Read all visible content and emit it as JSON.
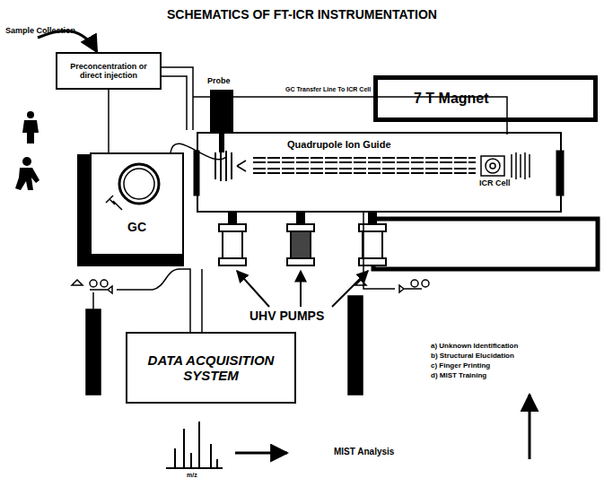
{
  "diagram": {
    "title": "SCHEMATICS OF FT-ICR INSTRUMENTATION",
    "nodes": [
      {
        "text": [
          "Preconcentration or direct injection"
        ]
      },
      {
        "text": [
          "7 T Magnet"
        ]
      },
      {
        "text": [
          "GC"
        ]
      },
      {
        "text": [
          "DATA ACQUISITION SYSTEM"
        ]
      }
    ],
    "edges": [
      {
        "from": 0,
        "to": 2,
        "arrow": "none"
      }
    ],
    "labels": [
      "Sample Collection",
      "Probe",
      "GC Transfer Line To ICR Cell",
      "Quadrupole Ion Guide",
      "ICR Cell",
      "UHV PUMPS",
      "a) Unknown Identification",
      "b) Structural Elucidation",
      "c) Finger Printing",
      "d) MIST Training",
      "m/z",
      "MIST Analysis"
    ]
  }
}
